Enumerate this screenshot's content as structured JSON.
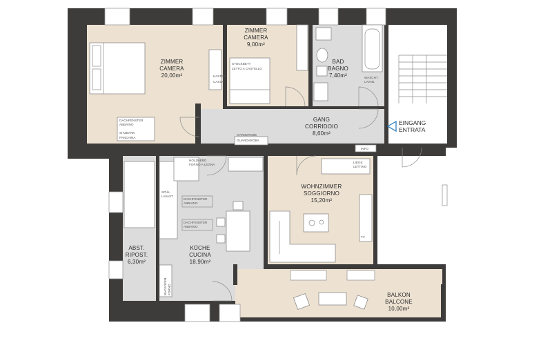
{
  "rooms": {
    "zimmer_large": {
      "name1": "ZIMMER",
      "name2": "CAMERA",
      "area": "20,00m²"
    },
    "zimmer_small": {
      "name1": "ZIMMER",
      "name2": "CAMERA",
      "area": "9,00m²"
    },
    "bad": {
      "name1": "BAD",
      "name2": "BAGNO",
      "area": "7,40m²"
    },
    "gang": {
      "name1": "GANG",
      "name2": "CORRIDOIO",
      "area": "8,60m²"
    },
    "wohnzimmer": {
      "name1": "WOHNZIMMER",
      "name2": "SOGGIORNO",
      "area": "15,20m²"
    },
    "kueche": {
      "name1": "KÜCHE",
      "name2": "CUCINA",
      "area": "18,90m²"
    },
    "abst": {
      "name1": "ABST.",
      "name2": "RIPOST.",
      "area": "6,30m²"
    },
    "balkon": {
      "name1": "BALKON",
      "name2": "BALCONE",
      "area": "10,00m²"
    }
  },
  "entrance": {
    "line1": "EINGANG",
    "line2": "ENTRATA"
  },
  "furniture_labels": {
    "dachfenster_1": "DACHFENSTER",
    "abbaino_1": "ABBAINO",
    "sitzbank": "SITZBANK",
    "panchina": "PANCHINA",
    "stockbett": "STOCKBETT",
    "letto_castello": "LETTO A CASTELLO",
    "kasten": "KASTEN",
    "cassa": "CASSA",
    "waschtisch": "WASCHT.",
    "lavabo": "LAVAB.",
    "garderobe": "GARDEROBE",
    "guardaroba": "GUARDAROBA",
    "info": "INFO",
    "holzherd": "HOLZHERD",
    "forno_legna": "FORNO A LEGNA",
    "spuele": "SPÜL.",
    "lavast": "LAVAST.",
    "dachfenster_2": "DACHFENSTER",
    "abbaino_2": "ABBAINO",
    "dachfenster_3": "DACHFENSTER",
    "abbaino_3": "ABBAINO",
    "backofen": "BACKOFEN",
    "forno": "FORNO",
    "liege": "LIEGE",
    "lettino": "LETTINO",
    "tv": "TV"
  },
  "colors": {
    "wall": "#3d3c3b",
    "bedroom_floor": "#ede2d2",
    "living_floor": "#ede2d2",
    "balcony_floor": "#ede2d2",
    "corridor_floor": "#dcdcdc",
    "kitchen_floor": "#dcdcdc",
    "bath_floor": "#dcdcdc",
    "storage_floor": "#dcdcdc",
    "entrance_arrow": "#2d7fc1"
  }
}
